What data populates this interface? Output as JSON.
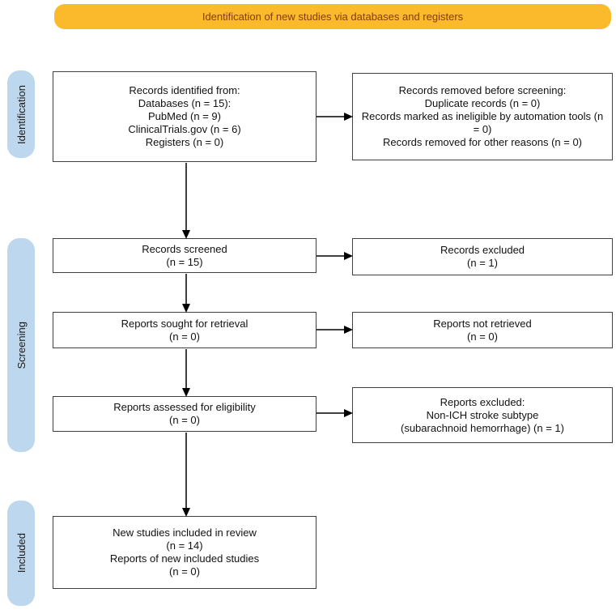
{
  "title_banner": "Identification of new studies via databases and registers",
  "colors": {
    "banner_bg": "#FBB92C",
    "banner_text": "#843C0C",
    "stage_bg": "#BDD7EE",
    "box_border": "#404040",
    "arrow": "#000000"
  },
  "stage_labels": {
    "identification": "Identification",
    "screening": "Screening",
    "included": "Included"
  },
  "boxes": {
    "records_identified": {
      "lines": [
        "Records identified from:",
        "Databases (n = 15):",
        "PubMed (n = 9)",
        "ClinicalTrials.gov (n = 6)",
        "Registers (n = 0)"
      ]
    },
    "records_removed": {
      "lines": [
        "Records removed before screening:",
        "Duplicate records (n = 0)",
        "Records marked as ineligible by automation tools (n = 0)",
        "Records removed for other reasons (n = 0)"
      ]
    },
    "records_screened": {
      "lines": [
        "Records screened",
        "(n = 15)"
      ]
    },
    "records_excluded": {
      "lines": [
        "Records excluded",
        "(n = 1)"
      ]
    },
    "reports_sought": {
      "lines": [
        "Reports sought for retrieval",
        "(n = 0)"
      ]
    },
    "reports_not_retrieved": {
      "lines": [
        "Reports not retrieved",
        "(n = 0)"
      ]
    },
    "reports_assessed": {
      "lines": [
        "Reports assessed for eligibility",
        "(n = 0)"
      ]
    },
    "reports_excluded": {
      "lines": [
        "Reports excluded:",
        "Non-ICH stroke subtype",
        "(subarachnoid hemorrhage) (n = 1)"
      ]
    },
    "new_studies_included": {
      "lines": [
        "New studies included in review",
        "(n = 14)",
        "Reports of new included studies",
        "(n = 0)"
      ]
    }
  }
}
